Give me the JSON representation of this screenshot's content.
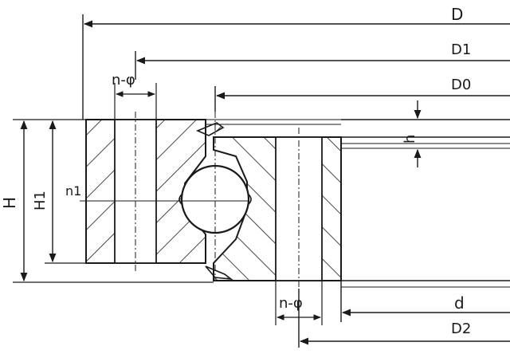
{
  "labels": {
    "D": "D",
    "D1": "D1",
    "D0": "D0",
    "d": "d",
    "D2": "D2",
    "H": "H",
    "H1": "H1",
    "h": "h",
    "n1": "n1",
    "n_phi_top": "n-φ",
    "n_phi_bottom": "n-φ"
  },
  "colors": {
    "line": "#1a1a1a",
    "background": "#ffffff"
  }
}
